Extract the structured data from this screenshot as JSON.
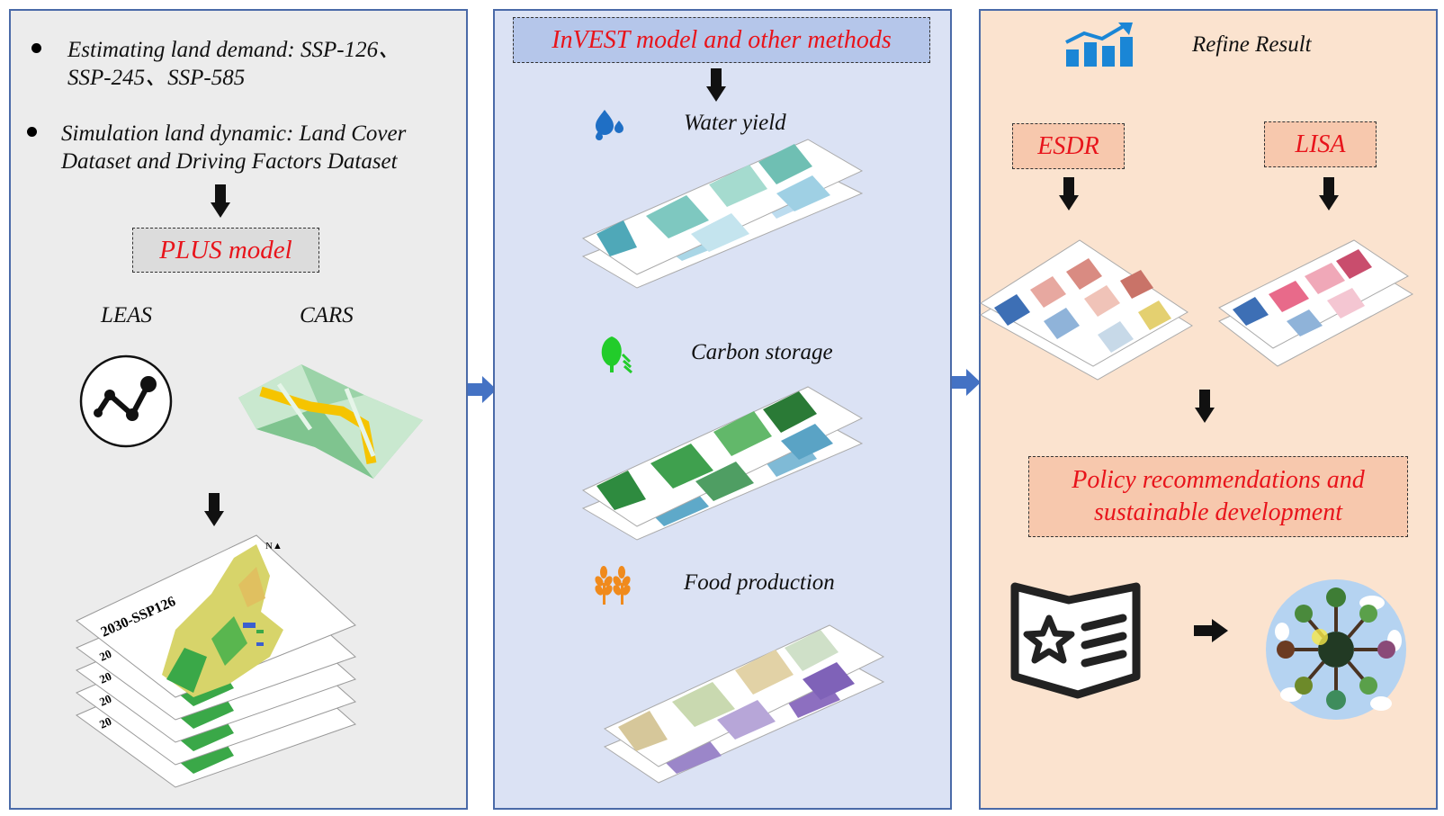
{
  "land_panel": {
    "bullet1_line1": "Estimating land demand: SSP-126、",
    "bullet1_line2": "SSP-245、SSP-585",
    "bullet2_line1": "Simulation land dynamic: Land Cover",
    "bullet2_line2": "Dataset and Driving Factors Dataset",
    "model_box": "PLUS model",
    "leas_label": "LEAS",
    "cars_label": "CARS",
    "map_title": "2030-SSP126",
    "stack_stub": "20"
  },
  "invest_panel": {
    "model_box": "InVEST model and other methods",
    "water_label": "Water yield",
    "carbon_label": "Carbon storage",
    "food_label": "Food production"
  },
  "result_panel": {
    "title": "Refine Result",
    "esdr_box": "ESDR",
    "lisa_box": "LISA",
    "policy_line1": "Policy recommendations and",
    "policy_line2": "sustainable development"
  },
  "colors": {
    "accent_red": "#e8141b",
    "panel_border": "#4a6aa8",
    "arrow_blue": "#4472c4"
  },
  "icons": [
    "bullet-icon",
    "network-icon",
    "map-folded-icon",
    "water-drops-icon",
    "leaf-icon",
    "wheat-icon",
    "bar-chart-up-icon",
    "policy-book-icon",
    "earth-trees-icon",
    "down-arrow-icon",
    "right-arrow-icon"
  ]
}
